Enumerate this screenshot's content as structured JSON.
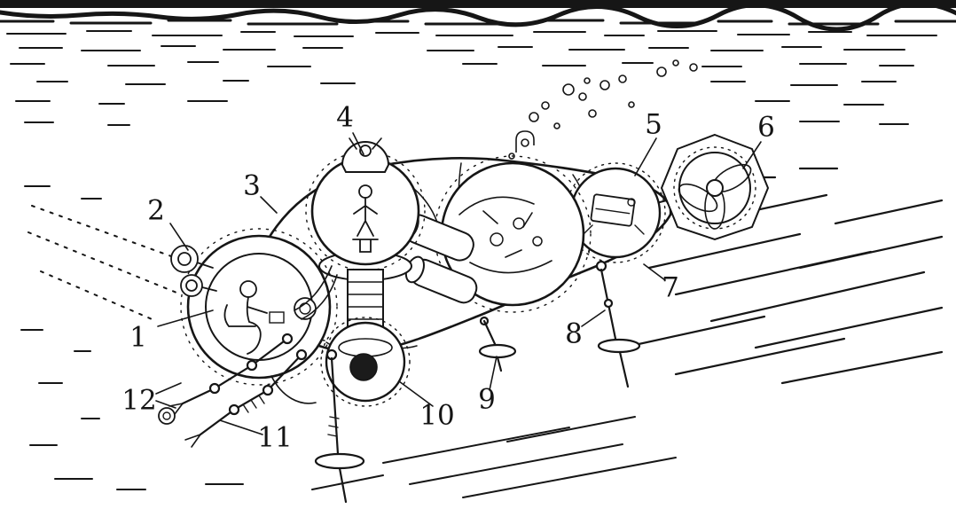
{
  "colors": {
    "ink": "#161616",
    "paper": "#ffffff"
  },
  "callouts": [
    {
      "text": "1"
    },
    {
      "text": "2"
    },
    {
      "text": "3"
    },
    {
      "text": "4"
    },
    {
      "text": "5"
    },
    {
      "text": "6"
    },
    {
      "text": "7"
    },
    {
      "text": "8"
    },
    {
      "text": "9"
    },
    {
      "text": "10"
    },
    {
      "text": "11"
    },
    {
      "text": "12"
    }
  ]
}
